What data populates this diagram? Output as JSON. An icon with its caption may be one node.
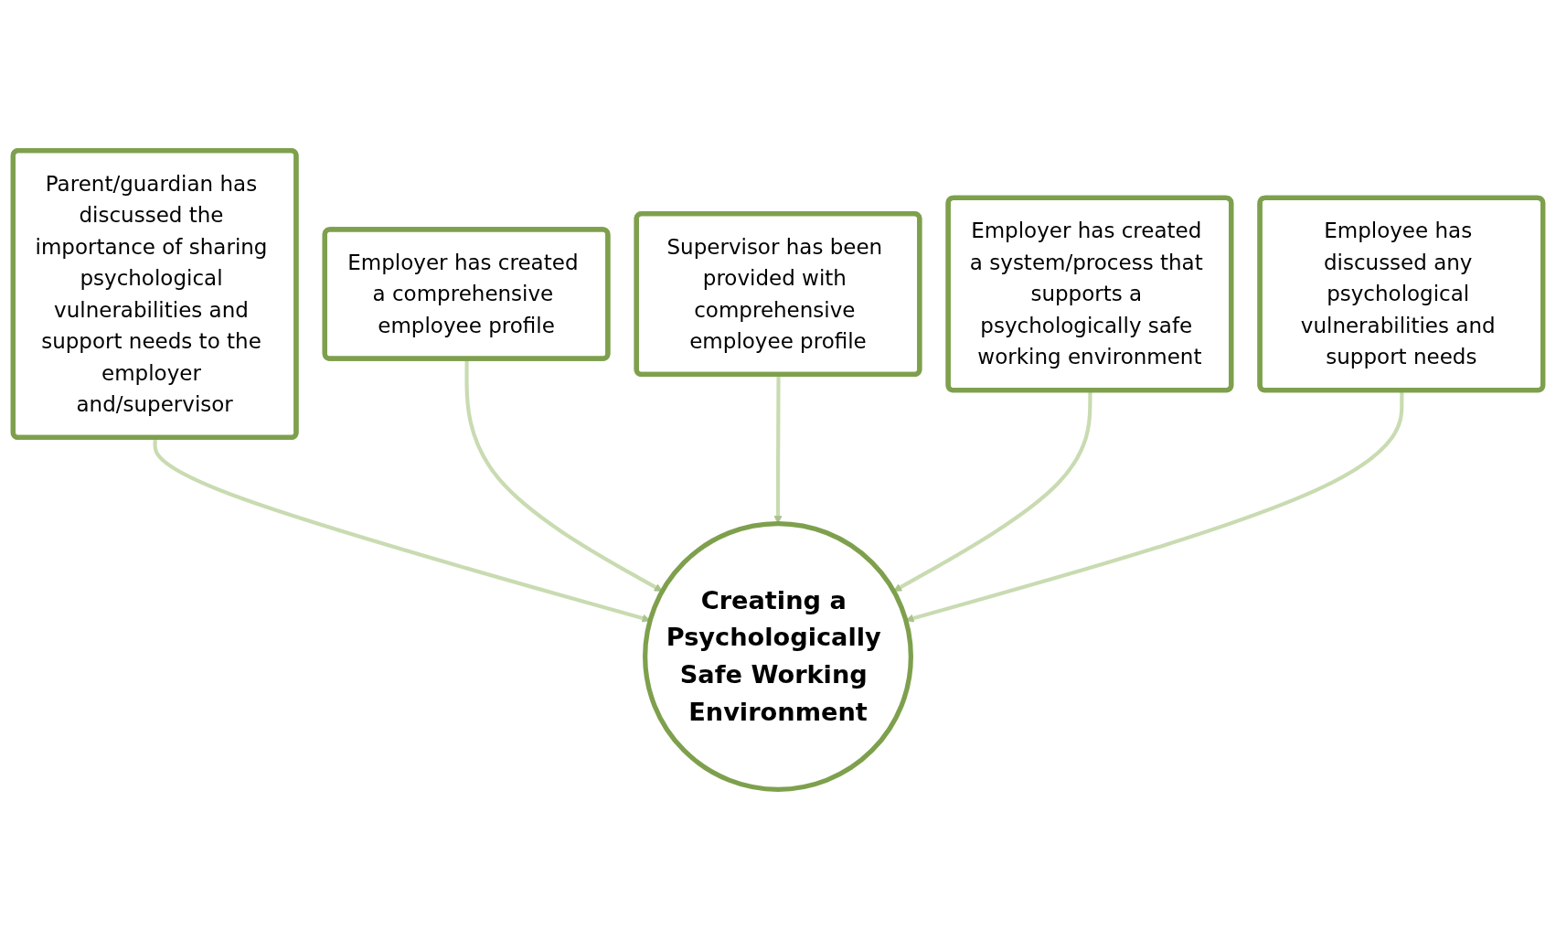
{
  "diagram": {
    "nodes": [
      {
        "text": [
          "Parent/guardian has discussed the importance of sharing psychological vulnerabilities and support needs to the employer and/supervisor"
        ]
      },
      {
        "text": [
          "Employer has created a comprehensive employee profile"
        ]
      },
      {
        "text": [
          "Supervisor has been provided with comprehensive employee profile"
        ]
      },
      {
        "text": [
          "Employer has created a system/process that supports a psychologically safe working environment"
        ]
      },
      {
        "text": [
          "Creating a Psychologically Safe Working Environment"
        ]
      },
      {
        "text": [
          "Employee has discussed any psychological vulnerabilities and support needs"
        ]
      }
    ],
    "edges": [
      {
        "from": 0,
        "to": 4,
        "arrow": "to"
      },
      {
        "from": 1,
        "to": 4,
        "arrow": "to"
      },
      {
        "from": 2,
        "to": 4,
        "arrow": "to"
      },
      {
        "from": 3,
        "to": 4,
        "arrow": "to"
      },
      {
        "from": 5,
        "to": 4,
        "arrow": "to"
      }
    ]
  }
}
